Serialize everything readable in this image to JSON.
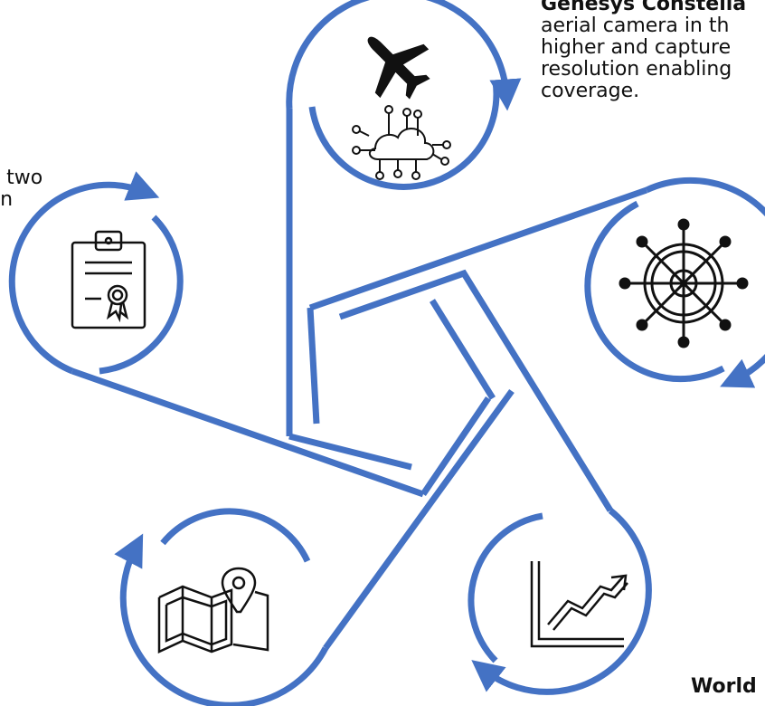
{
  "colors": {
    "accent": "#4472C4",
    "icon": "#111111",
    "text": "#111111"
  },
  "texts": {
    "top_right": {
      "heading": "Genesys Constella",
      "lines": [
        "aerial camera in th",
        "higher and capture",
        "resolution enabling",
        "coverage."
      ]
    },
    "left": {
      "lines": [
        "l two",
        "in"
      ]
    },
    "bottom_right": {
      "heading": "World"
    }
  },
  "nodes": [
    {
      "icon": "airplane-icon"
    },
    {
      "icon": "cloud-network-icon"
    },
    {
      "icon": "ship-wheel-icon"
    },
    {
      "icon": "growth-chart-icon"
    },
    {
      "icon": "map-pin-icon"
    },
    {
      "icon": "certificate-icon"
    }
  ]
}
